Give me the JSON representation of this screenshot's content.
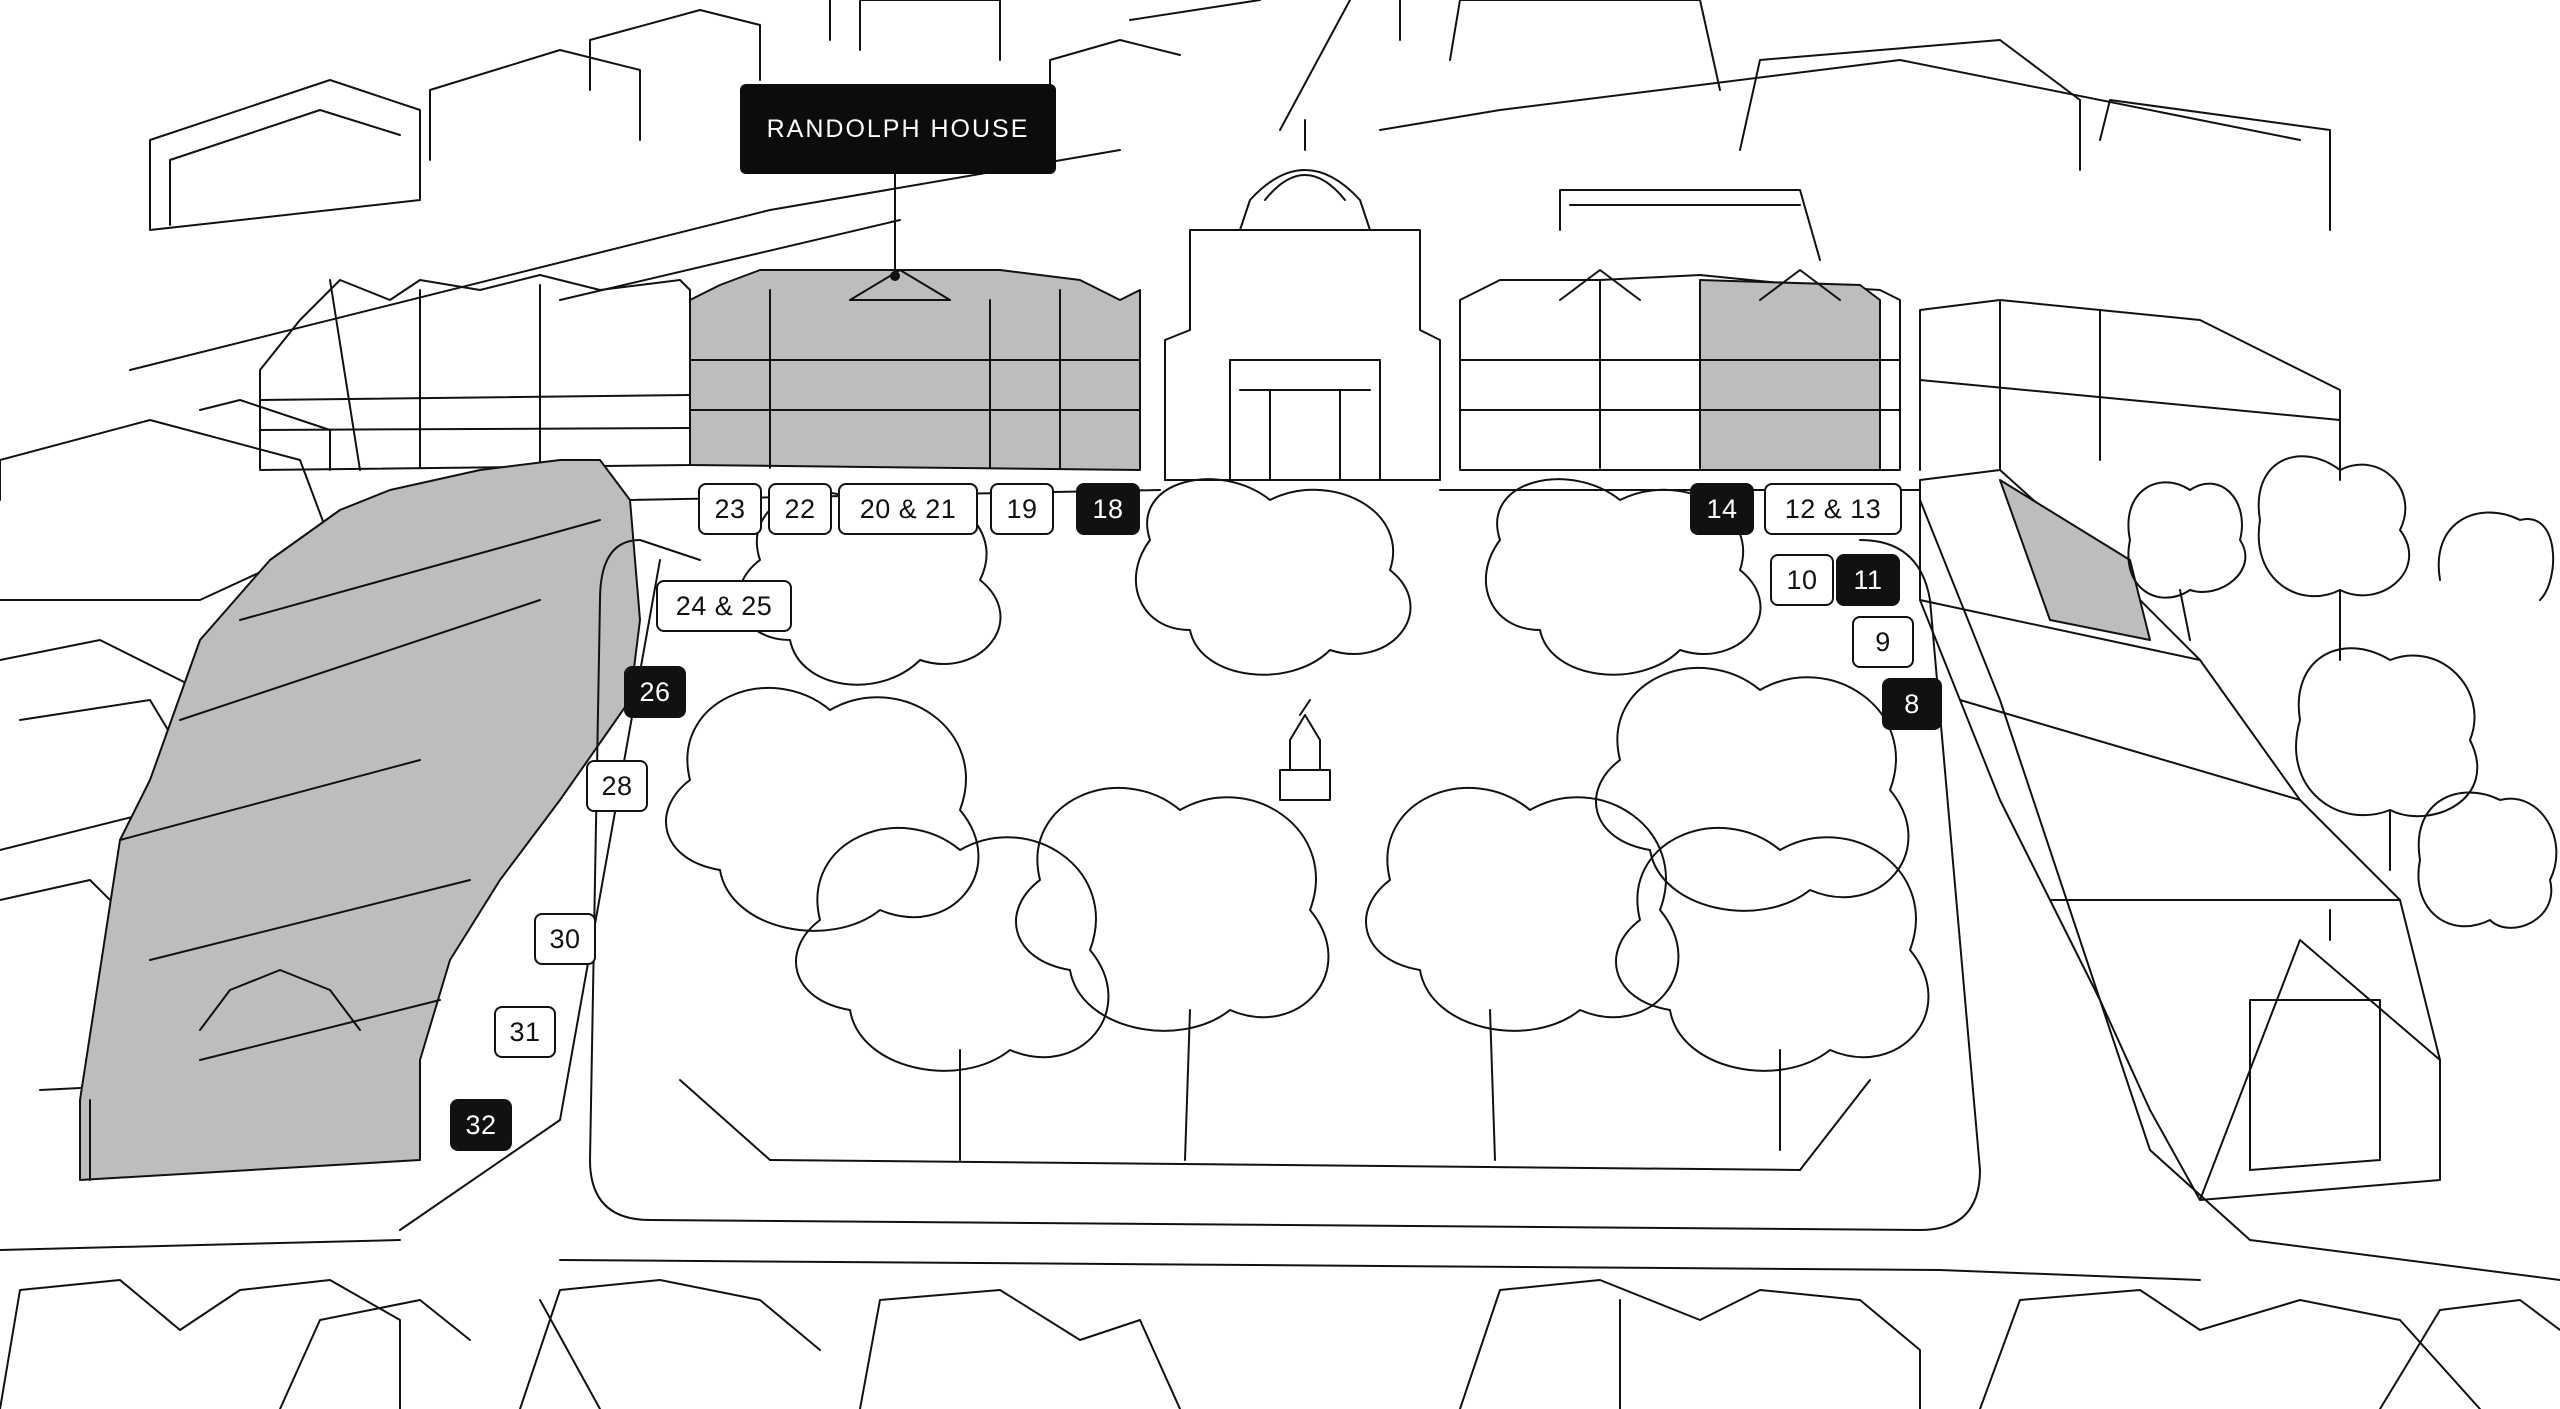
{
  "map": {
    "callout": {
      "title": "RANDOLPH HOUSE"
    },
    "plots": [
      {
        "id": "p23",
        "label": "23",
        "style": "outline"
      },
      {
        "id": "p22",
        "label": "22",
        "style": "outline"
      },
      {
        "id": "p2021",
        "label": "20 & 21",
        "style": "outline"
      },
      {
        "id": "p19",
        "label": "19",
        "style": "outline"
      },
      {
        "id": "p18",
        "label": "18",
        "style": "filled"
      },
      {
        "id": "p14",
        "label": "14",
        "style": "filled"
      },
      {
        "id": "p1213",
        "label": "12 & 13",
        "style": "outline"
      },
      {
        "id": "p10",
        "label": "10",
        "style": "outline"
      },
      {
        "id": "p11",
        "label": "11",
        "style": "filled"
      },
      {
        "id": "p9",
        "label": "9",
        "style": "outline"
      },
      {
        "id": "p8",
        "label": "8",
        "style": "filled"
      },
      {
        "id": "p2425",
        "label": "24 & 25",
        "style": "outline"
      },
      {
        "id": "p26",
        "label": "26",
        "style": "filled"
      },
      {
        "id": "p28",
        "label": "28",
        "style": "outline"
      },
      {
        "id": "p30",
        "label": "30",
        "style": "outline"
      },
      {
        "id": "p31",
        "label": "31",
        "style": "outline"
      },
      {
        "id": "p32",
        "label": "32",
        "style": "filled"
      }
    ],
    "colors": {
      "ink": "#111111",
      "highlight": "#bdbdbd",
      "paper": "#ffffff"
    }
  }
}
